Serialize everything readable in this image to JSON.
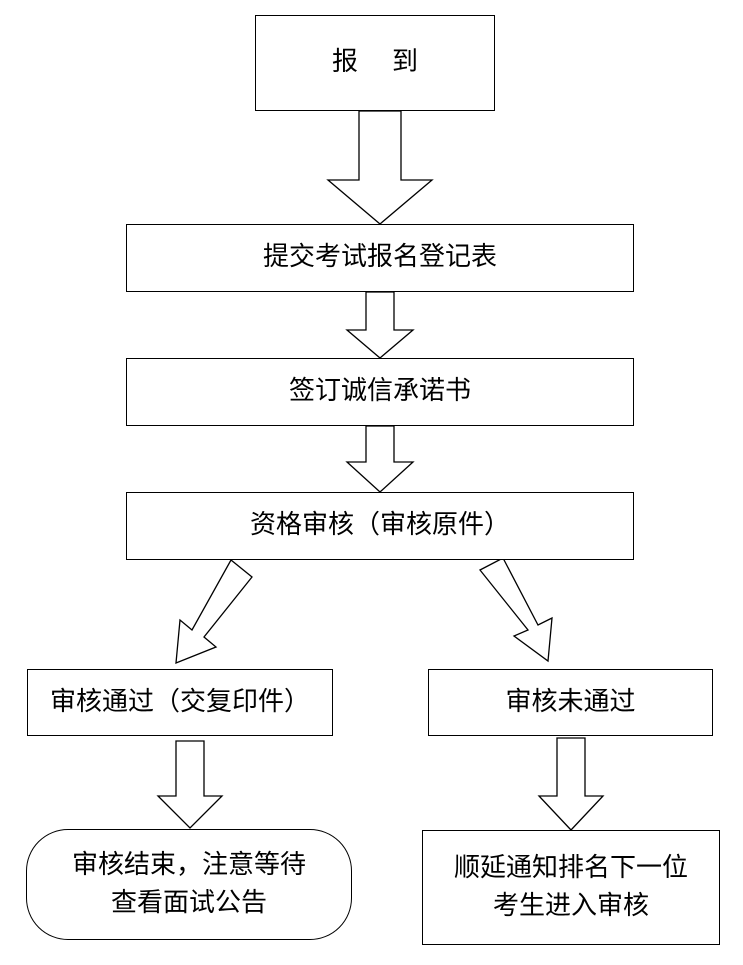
{
  "flowchart": {
    "steps": {
      "report": "报到",
      "submit_form": "提交考试报名登记表",
      "sign_pledge": "签订诚信承诺书",
      "qualification_review": "资格审核（审核原件）",
      "review_passed": "审核通过（交复印件）",
      "review_failed": "审核未通过",
      "end_line1": "审核结束，注意等待",
      "end_line2": "查看面试公告",
      "next_line1": "顺延通知排名下一位",
      "next_line2": "考生进入审核"
    },
    "colors": {
      "stroke": "#000000",
      "fill": "#ffffff"
    }
  }
}
